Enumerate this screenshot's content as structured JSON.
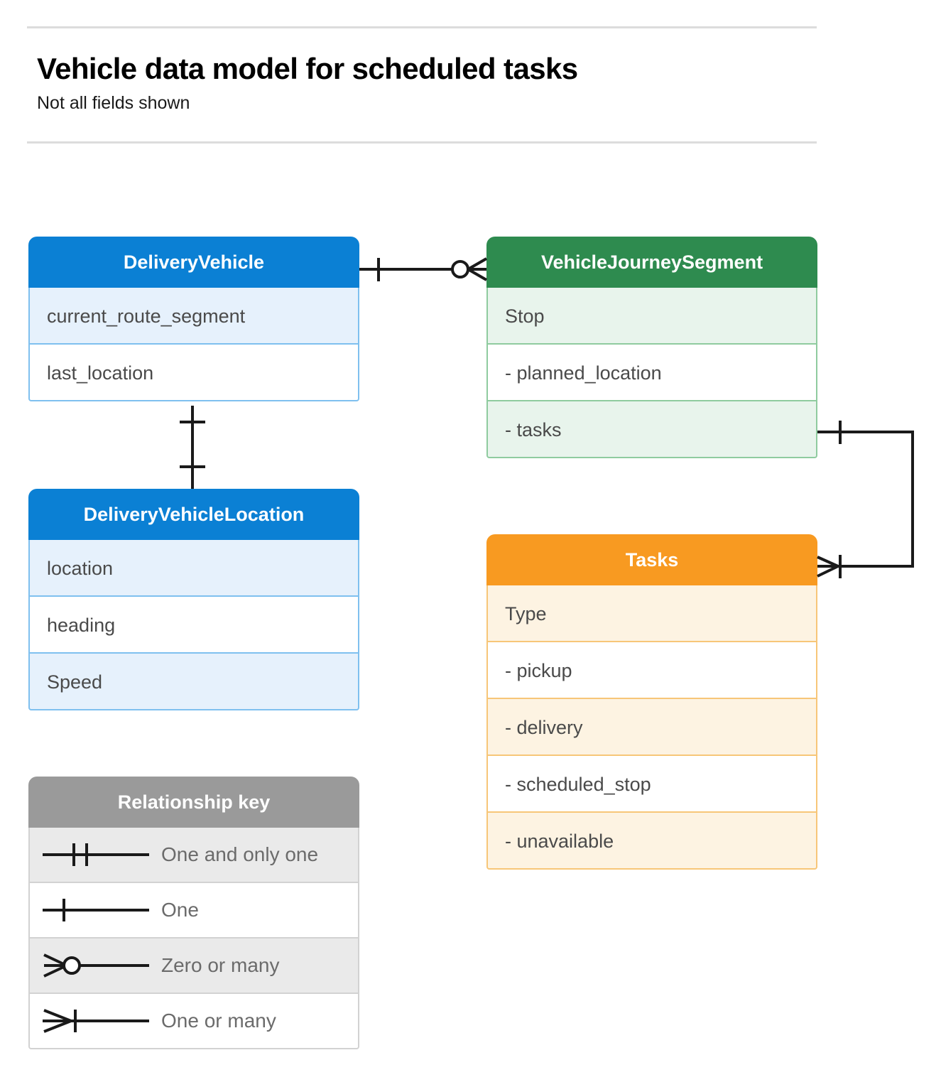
{
  "header": {
    "title": "Vehicle data model for scheduled tasks",
    "subtitle": "Not all fields shown"
  },
  "entities": [
    {
      "id": "delivery-vehicle",
      "name": "DeliveryVehicle",
      "color": "#0b80d4",
      "rows": [
        "current_route_segment",
        "last_location"
      ]
    },
    {
      "id": "vehicle-journey-segment",
      "name": "VehicleJourneySegment",
      "color": "#2e8b4f",
      "rows": [
        "Stop",
        "-  planned_location",
        "- tasks"
      ]
    },
    {
      "id": "delivery-vehicle-location",
      "name": "DeliveryVehicleLocation",
      "color": "#0b80d4",
      "rows": [
        "location",
        "heading",
        "Speed"
      ]
    },
    {
      "id": "tasks",
      "name": "Tasks",
      "color": "#f89a21",
      "rows": [
        "Type",
        "-  pickup",
        "-  delivery",
        "-  scheduled_stop",
        "-  unavailable"
      ]
    }
  ],
  "legend": {
    "title": "Relationship key",
    "items": [
      {
        "symbol": "one-and-only-one",
        "label": "One and only one"
      },
      {
        "symbol": "one",
        "label": "One"
      },
      {
        "symbol": "zero-or-many",
        "label": "Zero or many"
      },
      {
        "symbol": "one-or-many",
        "label": "One or many"
      }
    ]
  },
  "relationships": [
    {
      "id": "vehicle-to-journey-segment",
      "from": "DeliveryVehicle",
      "to": "VehicleJourneySegment",
      "from_cardinality": "one",
      "to_cardinality": "zero-or-many"
    },
    {
      "id": "vehicle-to-location",
      "from": "DeliveryVehicle",
      "to": "DeliveryVehicleLocation",
      "from_cardinality": "one",
      "to_cardinality": "one"
    },
    {
      "id": "journey-segment-tasks-to-tasks",
      "from": "VehicleJourneySegment",
      "to": "Tasks",
      "from_cardinality": "one",
      "to_cardinality": "one-or-many"
    }
  ],
  "colors": {
    "blue": "#0b80d4",
    "green": "#2e8b4f",
    "orange": "#f89a21",
    "gray": "#9a9a9a",
    "line": "#1a1a1a",
    "rule": "#dcdcdc"
  }
}
